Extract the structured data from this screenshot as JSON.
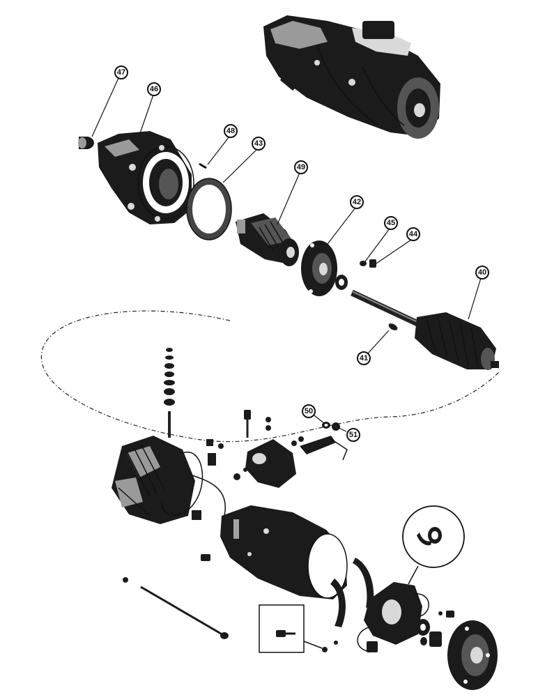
{
  "diagram": {
    "callouts": [
      {
        "id": "callout-47",
        "label": "47"
      },
      {
        "id": "callout-46",
        "label": "46"
      },
      {
        "id": "callout-48",
        "label": "48"
      },
      {
        "id": "callout-43",
        "label": "43"
      },
      {
        "id": "callout-49",
        "label": "49"
      },
      {
        "id": "callout-42",
        "label": "42"
      },
      {
        "id": "callout-45",
        "label": "45"
      },
      {
        "id": "callout-44",
        "label": "44"
      },
      {
        "id": "callout-40",
        "label": "40"
      },
      {
        "id": "callout-41",
        "label": "41"
      },
      {
        "id": "callout-50",
        "label": "50"
      },
      {
        "id": "callout-51",
        "label": "51"
      }
    ]
  }
}
